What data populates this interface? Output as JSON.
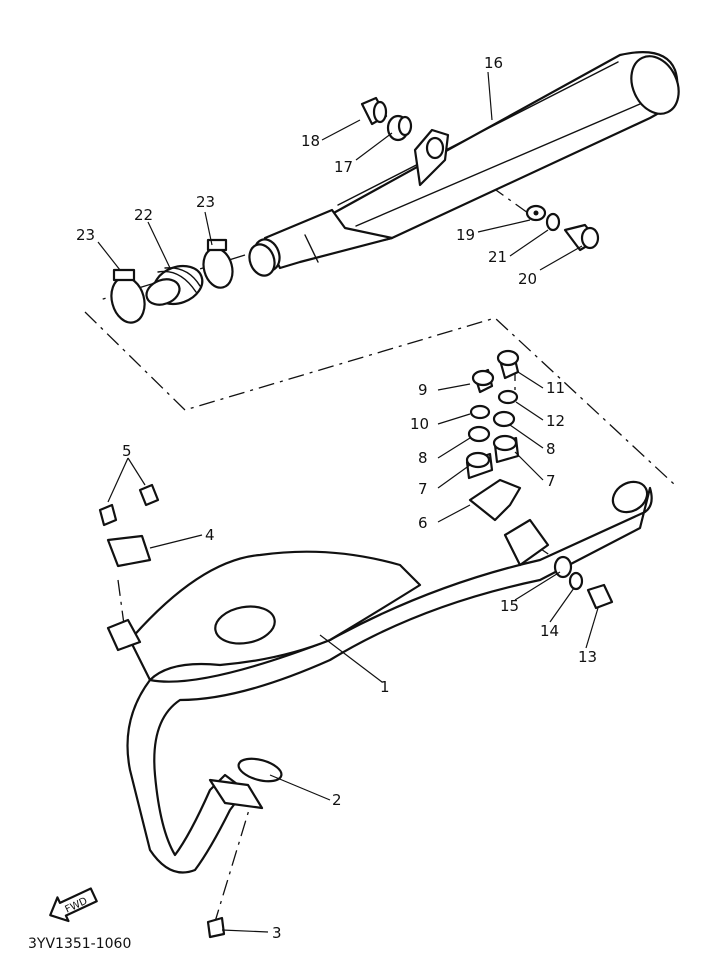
{
  "diagram": {
    "code": "3YV1351-1060",
    "fwd_label": "FWD",
    "callouts": {
      "c1": "1",
      "c2": "2",
      "c3": "3",
      "c4": "4",
      "c5": "5",
      "c6": "6",
      "c7a": "7",
      "c7b": "7",
      "c8a": "8",
      "c8b": "8",
      "c9": "9",
      "c10": "10",
      "c11": "11",
      "c12": "12",
      "c13": "13",
      "c14": "14",
      "c15": "15",
      "c16": "16",
      "c17": "17",
      "c18": "18",
      "c19": "19",
      "c20": "20",
      "c21": "21",
      "c22": "22",
      "c23a": "23",
      "c23b": "23"
    }
  }
}
